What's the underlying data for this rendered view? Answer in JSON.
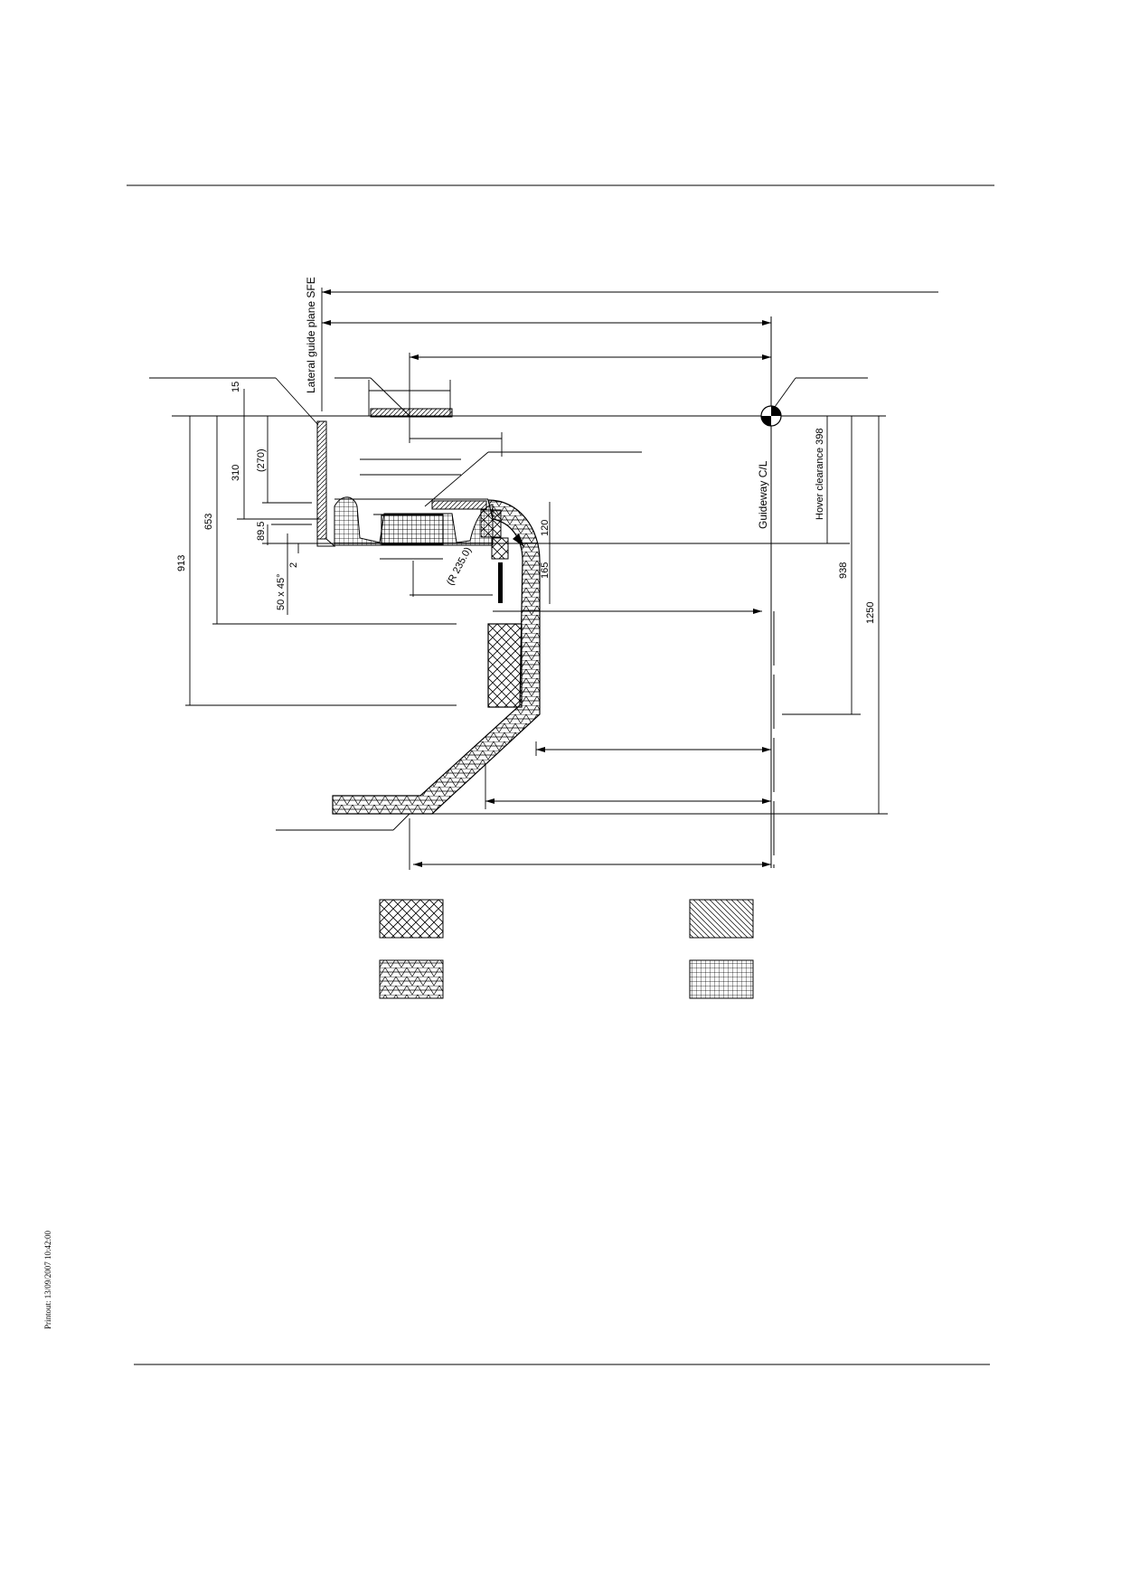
{
  "labels": {
    "lateral_guide_plane": "Lateral guide plane SFE",
    "guideway_cl": "Guideway C/L",
    "hover_clearance": "Hover clearance 398",
    "radius": "(R 235.0)"
  },
  "dimensions": {
    "d15": "15",
    "d310": "310",
    "d270": "(270)",
    "d653": "653",
    "d913": "913",
    "d89_5": "89.5",
    "d2": "2",
    "d50x45": "50 x 45°",
    "d120": "120",
    "d165": "165",
    "d938": "938",
    "d1250": "1250"
  },
  "legend": {
    "swatches": [
      "cross-hatch-diagonal",
      "diagonal-hatch",
      "triangle-grid",
      "square-grid"
    ]
  },
  "footer": {
    "printout": "Printout: 13/09/2007 10:42:00"
  }
}
